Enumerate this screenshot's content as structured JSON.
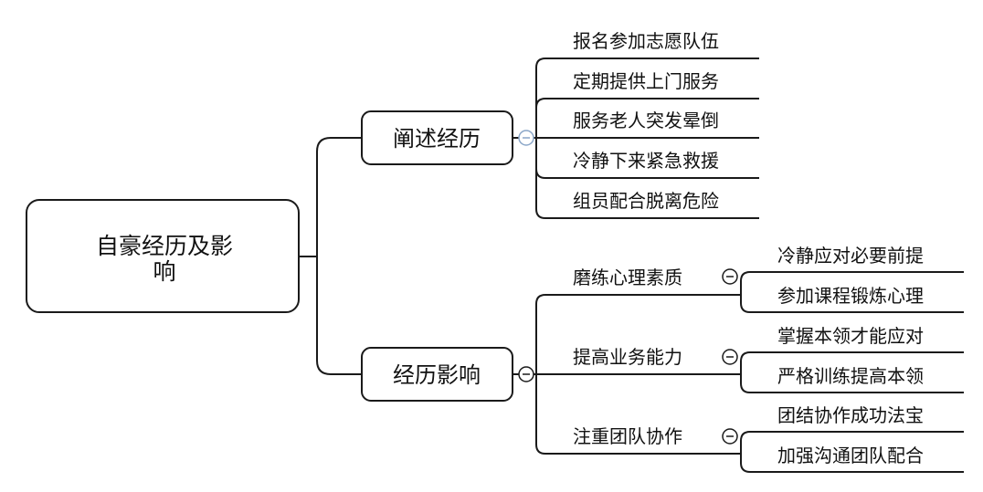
{
  "mindmap": {
    "root": {
      "label_line1": "自豪经历及影",
      "label_line2": "响"
    },
    "branches": [
      {
        "label": "阐述经历",
        "children": [
          {
            "label": "报名参加志愿队伍"
          },
          {
            "label": "定期提供上门服务"
          },
          {
            "label": "服务老人突发晕倒"
          },
          {
            "label": "冷静下来紧急救援"
          },
          {
            "label": "组员配合脱离危险"
          }
        ]
      },
      {
        "label": "经历影响",
        "children": [
          {
            "label": "磨练心理素质",
            "children": [
              {
                "label": "冷静应对必要前提"
              },
              {
                "label": "参加课程锻炼心理"
              }
            ]
          },
          {
            "label": "提高业务能力",
            "children": [
              {
                "label": "掌握本领才能应对"
              },
              {
                "label": "严格训练提高本领"
              }
            ]
          },
          {
            "label": "注重团队协作",
            "children": [
              {
                "label": "团结协作成功法宝"
              },
              {
                "label": "加强沟通团队配合"
              }
            ]
          }
        ]
      }
    ]
  }
}
